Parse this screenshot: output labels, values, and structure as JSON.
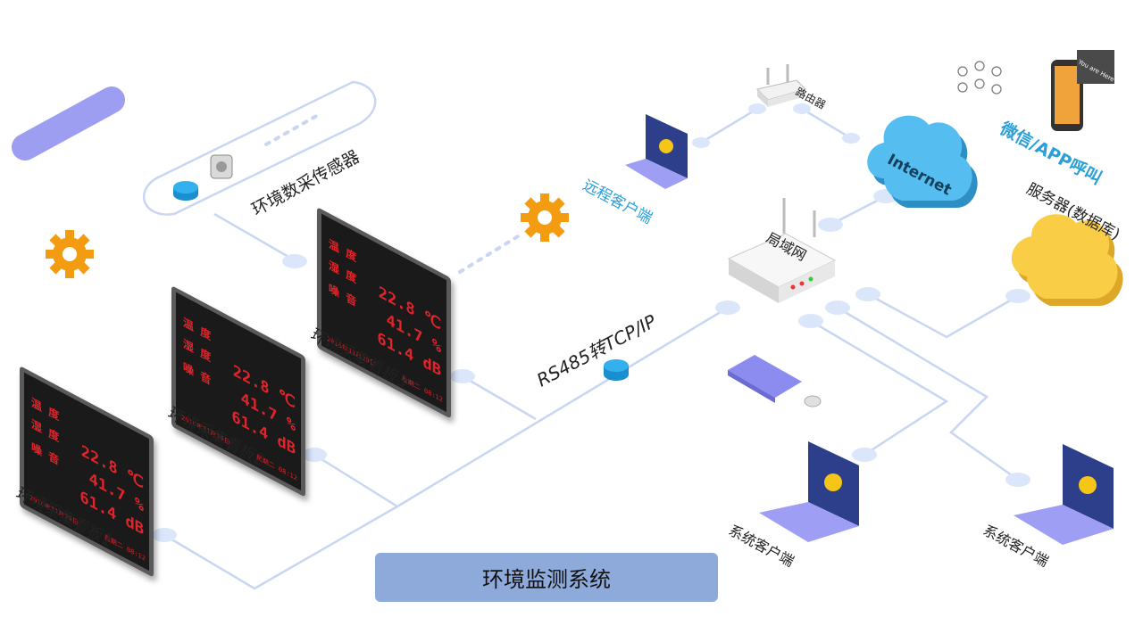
{
  "title": "环境监测系统",
  "labels": {
    "sensor": "环境数采传感器",
    "panel1": "环境采集看板1",
    "panel2": "环境采集看板2",
    "panel3": "环境采集看板3",
    "converter": "RS485转TCP/IP",
    "remote_client": "远程客户端",
    "router": "路由器",
    "internet": "Internet",
    "wechat": "微信/APP呼叫",
    "server": "服务器(数据库)",
    "lan": "局域网",
    "client1": "系统客户端",
    "client2": "系统客户端",
    "phone_banner": "You are Here"
  },
  "panel": {
    "row1_name": "温 度",
    "row1_value": "22.8 ℃",
    "row2_name": "湿 度",
    "row2_value": "41.7 %",
    "row3_name": "噪 音",
    "row3_value": "61.4 dB",
    "date": "2016年11月29日",
    "weekday_time": "星期二 08:12"
  },
  "colors": {
    "line": "#c9d6f2",
    "node": "#dbe6fb",
    "accent_blue": "#2a9fd8",
    "gear": "#f39c12",
    "cloud_blue": "#4fb7e6",
    "cloud_yellow": "#f7c93b",
    "title_bar": "#8eaadb",
    "led_red": "#e0242a"
  }
}
